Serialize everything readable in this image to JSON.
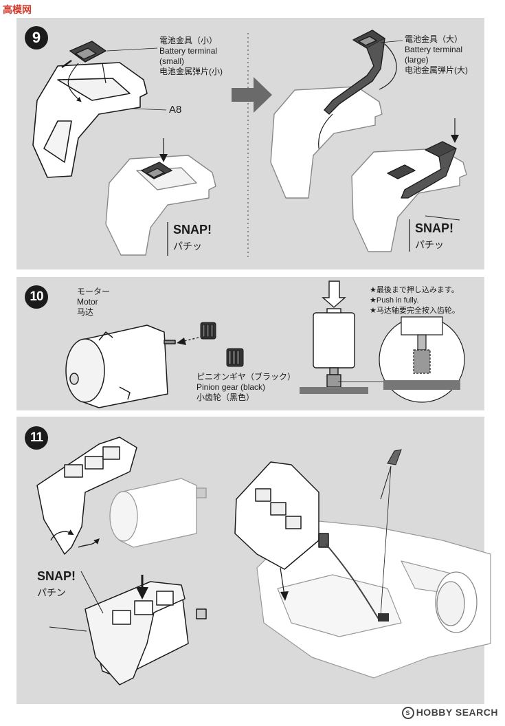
{
  "watermark": "高模网",
  "step9": {
    "number": "9",
    "small_terminal": {
      "jp": "電池金具（小）",
      "en1": "Battery terminal",
      "en2": "(small)",
      "cn": "电池金属弹片(小)"
    },
    "large_terminal": {
      "jp": "電池金具（大）",
      "en1": "Battery terminal",
      "en2": "(large)",
      "cn": "电池金属弹片(大)"
    },
    "part_label": "A8",
    "snap_en_left": "SNAP!",
    "snap_jp_left": "パチッ",
    "snap_en_right": "SNAP!",
    "snap_jp_right": "パチッ"
  },
  "step10": {
    "number": "10",
    "motor": {
      "jp": "モーター",
      "en": "Motor",
      "cn": "马达"
    },
    "pinion": {
      "jp": "ピニオンギヤ（ブラック）",
      "en": "Pinion gear (black)",
      "cn": "小齿轮（黑色）"
    },
    "notes": [
      "★最後まで押し込みます。",
      "★Push in fully.",
      "★马达轴要完全按入齿轮。"
    ]
  },
  "step11": {
    "number": "11",
    "snap_en": "SNAP!",
    "snap_jp": "パチン"
  },
  "footer": {
    "brand": "HOBBY SEARCH",
    "mark": "S"
  },
  "colors": {
    "panel": "#dadada",
    "line": "#1b1b1b",
    "watermark": "#d43a2a"
  }
}
